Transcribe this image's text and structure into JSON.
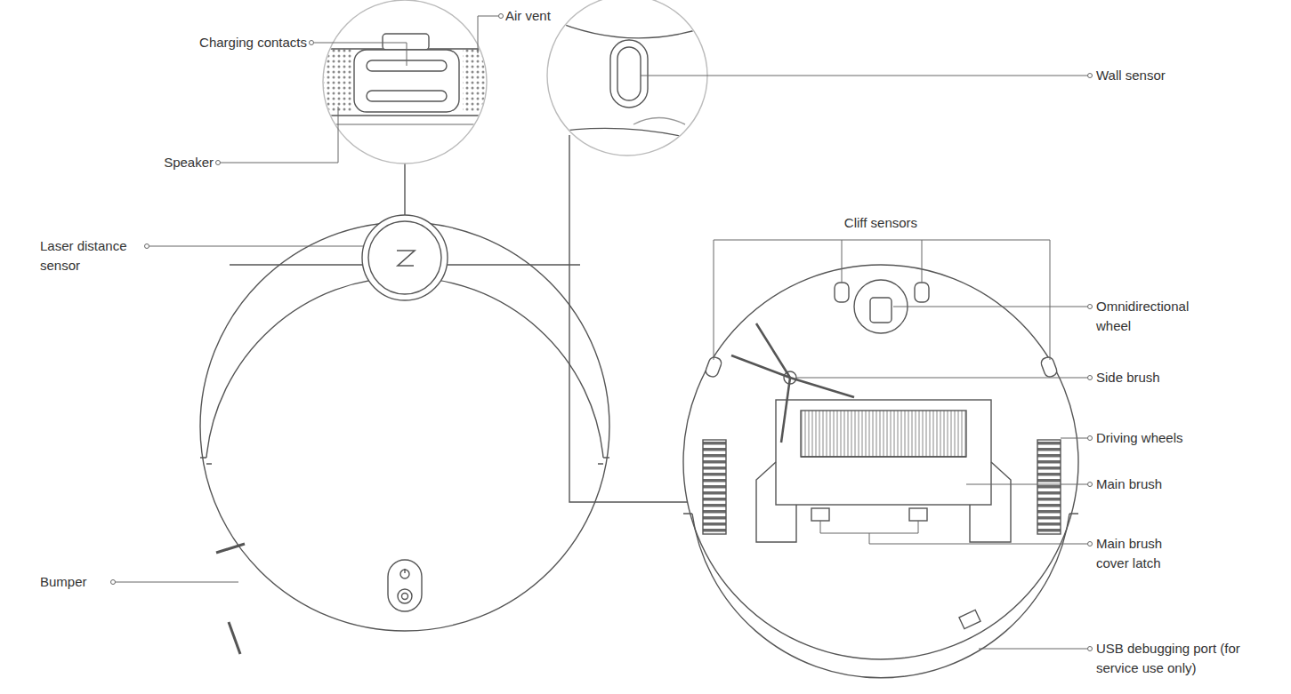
{
  "diagram": {
    "labels": [
      "Air vent",
      "Charging contacts",
      "Speaker",
      "Laser distance sensor",
      "Bumper",
      "Wall sensor",
      "Cliff sensors",
      "Omnidirectional wheel",
      "Side brush",
      "Driving wheels",
      "Main brush",
      "Main brush cover latch",
      "USB debugging port (for service use only)"
    ]
  }
}
